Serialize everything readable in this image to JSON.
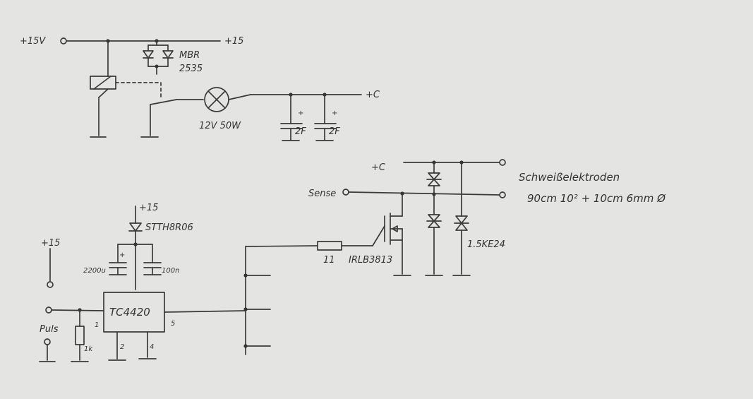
{
  "labels": {
    "supply_in": "+15V",
    "supply_out": "+15",
    "schottky": "MBR",
    "schottky_num": "2535",
    "lamp": "12V 50W",
    "cap1": "2F",
    "cap2": "2F",
    "plus1": "+",
    "plus2": "+",
    "rail_c": "+C",
    "rail_c2": "+C",
    "electrodes_title": "Schweißelektroden",
    "electrodes_spec": "90cm 10² + 10cm 6mm Ø",
    "sense": "Sense",
    "tvs": "1.5KE24",
    "mosfet": "IRLB3813",
    "gate_res": "11",
    "supply_driver": "+15",
    "diode_driver": "STTH8R06",
    "cap_bulk": "2200u",
    "cap_bulk_plus": "+",
    "cap_small": "100n",
    "driver_ic": "TC4420",
    "pin1": "1",
    "pin2": "2",
    "pin4": "4",
    "pin5": "5",
    "supply_left": "+15",
    "puls": "Puls",
    "pulldown": "1k"
  },
  "colors": {
    "paper": "#e4e4e2",
    "ink": "#3a3a3a"
  }
}
